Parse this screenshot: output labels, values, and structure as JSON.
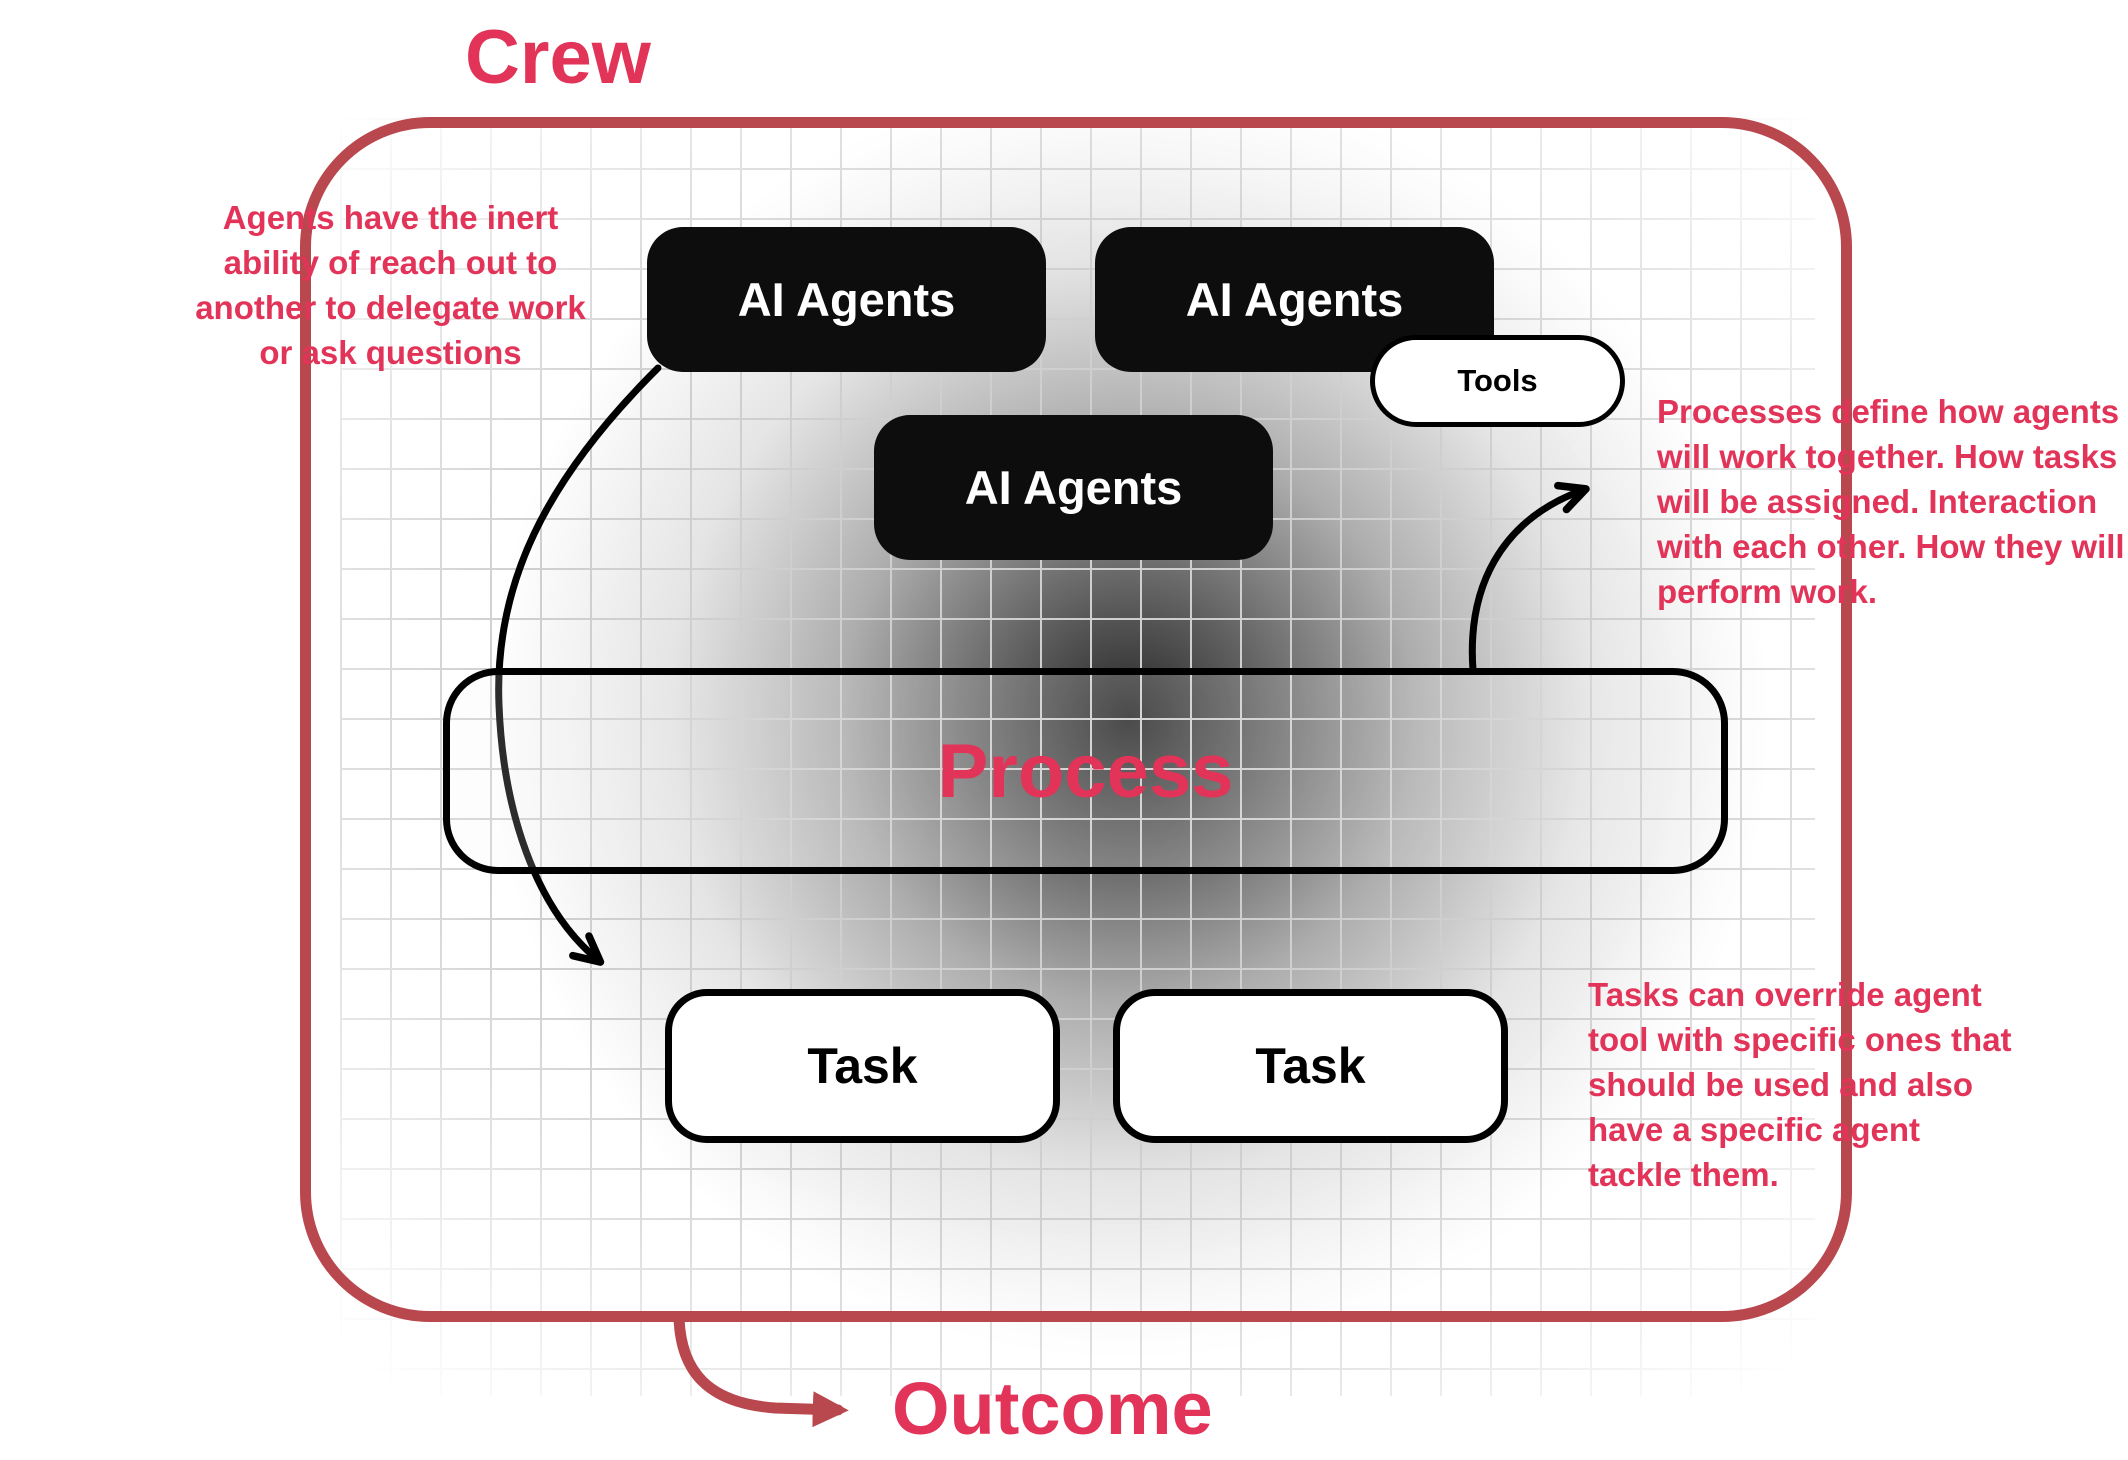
{
  "colors": {
    "accent_text": "#e23358",
    "border_red": "#b9484e",
    "node_black": "#0d0d0d"
  },
  "labels": {
    "crew": "Crew",
    "outcome": "Outcome"
  },
  "nodes": {
    "ai_agents": [
      "AI Agents",
      "AI Agents",
      "AI Agents"
    ],
    "tools": "Tools",
    "process": "Process",
    "tasks": [
      "Task",
      "Task"
    ]
  },
  "annotations": {
    "left": "Agents have the inert ability of reach out to another to delegate work or ask questions",
    "right_top": "Processes define how agents will work together. How tasks will be assigned. Interaction with each other. How they will perform work.",
    "right_bottom": "Tasks can override agent tool with specific ones that should be used and also have a specific agent tackle them."
  }
}
